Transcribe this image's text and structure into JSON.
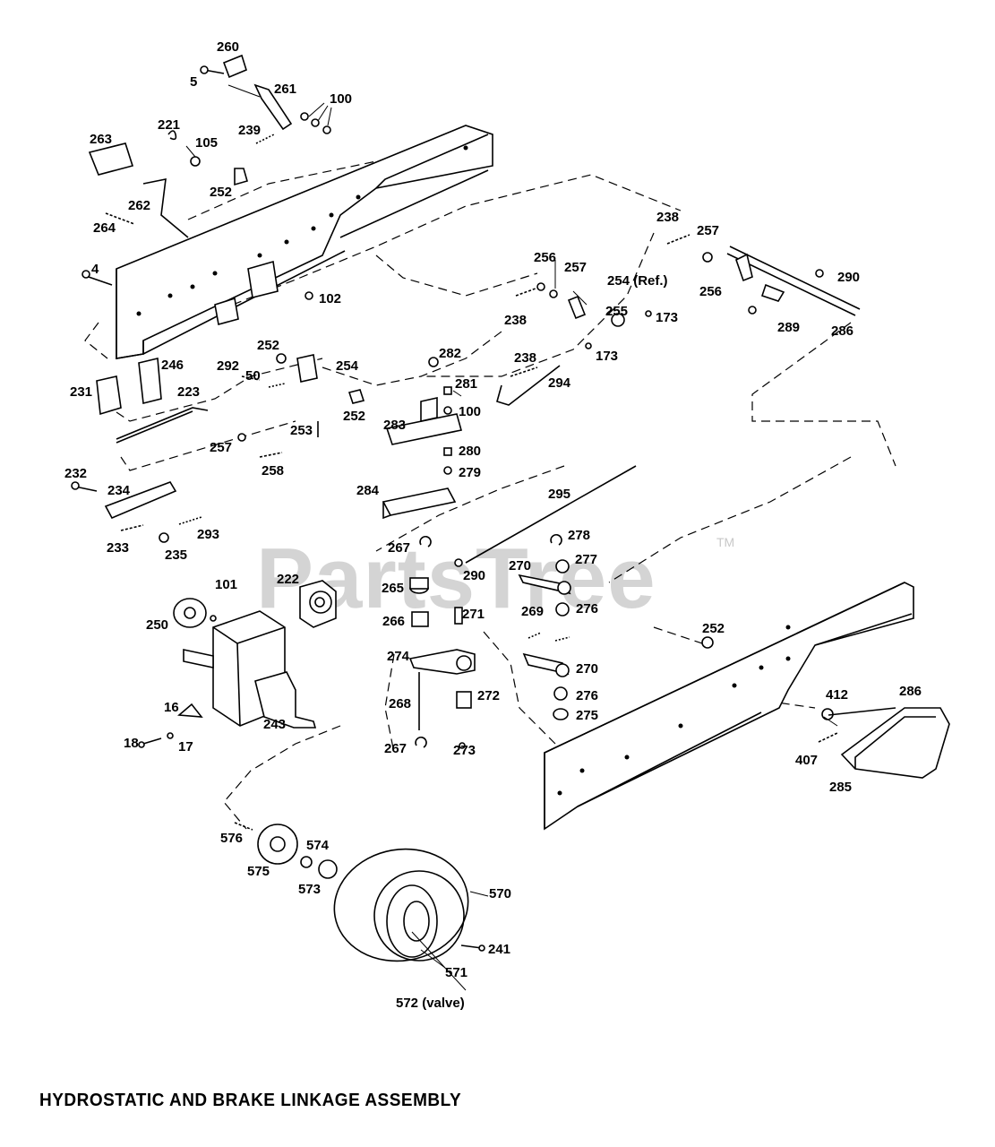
{
  "diagram": {
    "caption": "HYDROSTATIC AND BRAKE LINKAGE ASSEMBLY",
    "watermark": "PartsTree",
    "watermark_mark": "TM",
    "callouts": [
      "260",
      "5",
      "261",
      "100",
      "221",
      "105",
      "239",
      "263",
      "252",
      "262",
      "264",
      "4",
      "102",
      "238",
      "257",
      "256",
      "290",
      "289",
      "286",
      "256",
      "257",
      "254 (Ref.)",
      "238",
      "255",
      "173",
      "173",
      "238",
      "294",
      "282",
      "281",
      "100",
      "292",
      "252",
      "254",
      "50",
      "252",
      "253",
      "231",
      "246",
      "223",
      "257",
      "258",
      "283",
      "280",
      "279",
      "284",
      "232",
      "234",
      "233",
      "235",
      "293",
      "295",
      "267",
      "278",
      "290",
      "277",
      "270",
      "265",
      "276",
      "266",
      "271",
      "269",
      "274",
      "270",
      "276",
      "275",
      "272",
      "268",
      "273",
      "267",
      "101",
      "222",
      "250",
      "16",
      "243",
      "18",
      "17",
      "252",
      "412",
      "286",
      "407",
      "285",
      "576",
      "574",
      "575",
      "573",
      "570",
      "241",
      "571",
      "572 (valve)"
    ]
  }
}
